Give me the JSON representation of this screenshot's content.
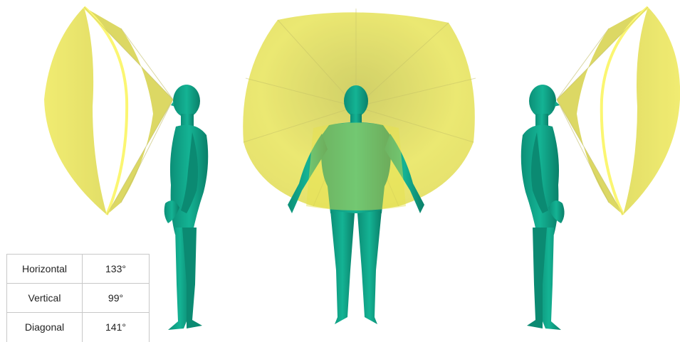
{
  "fov_table": {
    "rows": [
      {
        "label": "Horizontal",
        "value": "133°"
      },
      {
        "label": "Vertical",
        "value": "99°"
      },
      {
        "label": "Diagonal",
        "value": "141°"
      }
    ]
  },
  "colors": {
    "body": "#0fa58a",
    "body_shadow": "#077a63",
    "cone": "#e6e34a",
    "cone_edge": "#fbf55a",
    "cone_shadow": "#a9a64a",
    "table_border": "#c8c8c8"
  },
  "views": [
    "side-left",
    "front",
    "side-right"
  ]
}
